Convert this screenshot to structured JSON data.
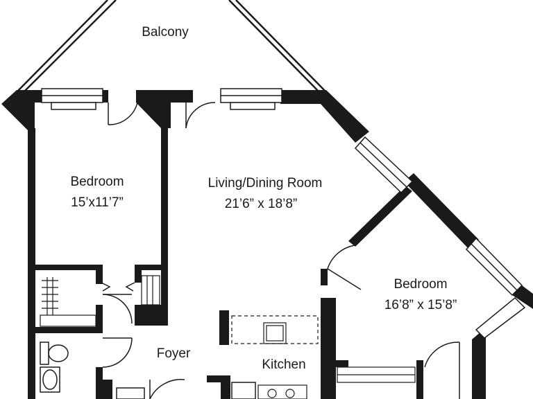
{
  "rooms": {
    "balcony": {
      "name": "Balcony"
    },
    "bedroom_left": {
      "name": "Bedroom",
      "dimensions": "15’x11’7”"
    },
    "living": {
      "name": "Living/Dining Room",
      "dimensions": "21’6” x 18’8”"
    },
    "bedroom_right": {
      "name": "Bedroom",
      "dimensions": "16’8” x 15’8”"
    },
    "foyer": {
      "name": "Foyer"
    },
    "kitchen": {
      "name": "Kitchen"
    }
  },
  "colors": {
    "wall": "#1a1a1a",
    "line": "#1a1a1a",
    "background": "#ffffff"
  }
}
